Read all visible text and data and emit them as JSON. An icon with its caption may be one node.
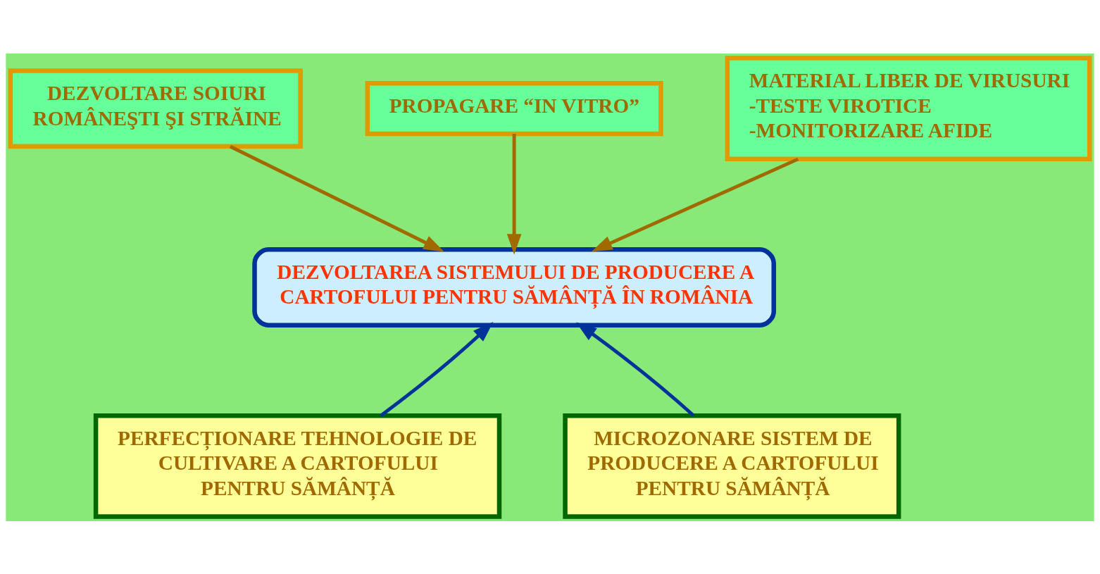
{
  "diagram": {
    "nodes": [
      {
        "text": [
          "DEZVOLTARE SOIURI ROMÂNEŞTI ŞI STRĂINE"
        ]
      },
      {
        "text": [
          "PROPAGARE “IN VITRO”"
        ]
      },
      {
        "text": [
          "MATERIAL LIBER DE VIRUSURI",
          "-TESTE VIROTICE",
          "-MONITORIZARE AFIDE"
        ]
      },
      {
        "text": [
          "DEZVOLTAREA SISTEMULUI DE PRODUCERE A CARTOFULUI PENTRU SĂMÂNȚĂ ÎN ROMÂNIA"
        ]
      },
      {
        "text": [
          "PERFECȚIONARE TEHNOLOGIE DE CULTIVARE A CARTOFULUI PENTRU SĂMÂNȚĂ"
        ]
      },
      {
        "text": [
          "MICROZONARE SISTEM DE PRODUCERE A CARTOFULUI PENTRU SĂMÂNȚĂ"
        ]
      }
    ],
    "edges": [
      {
        "from": 0,
        "to": 3,
        "arrow": "to"
      },
      {
        "from": 1,
        "to": 3,
        "arrow": "to"
      },
      {
        "from": 2,
        "to": 3,
        "arrow": "to"
      },
      {
        "from": 4,
        "to": 3,
        "arrow": "to",
        "color": "#003399"
      },
      {
        "from": 5,
        "to": 3,
        "arrow": "to",
        "color": "#003399"
      }
    ]
  }
}
